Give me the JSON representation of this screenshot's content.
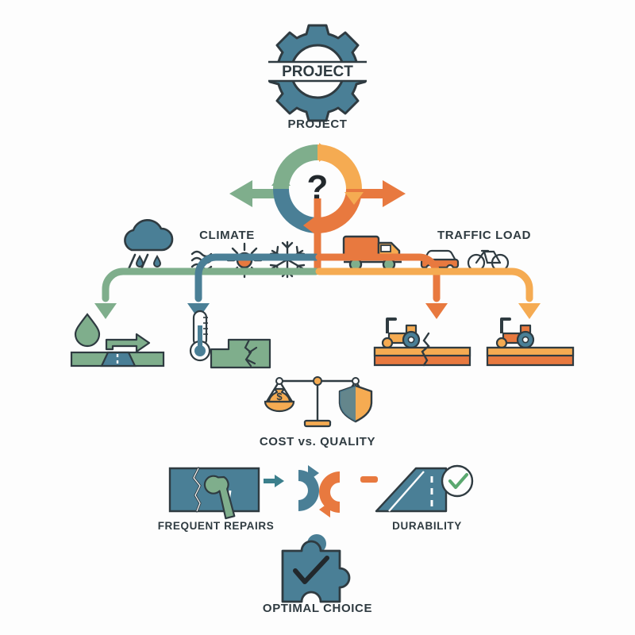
{
  "diagram": {
    "title": "Road Pavement Selection Decision Infographic",
    "background": "#fdfdfd"
  },
  "palette": {
    "steel_blue": "#4a7f96",
    "green": "#7fae8c",
    "orange": "#e8793f",
    "light_orange": "#f5ab52",
    "dark_ink": "#2f3b41",
    "sand": "#e9ead0",
    "check_green": "#5aa86f"
  },
  "top": {
    "gear_text": "PROJECT",
    "gear_label": "PROJECT",
    "gear_icon": "gear-icon"
  },
  "hub": {
    "symbol": "?",
    "symbol_name": "question-mark-icon",
    "left_arrow": "arrow-left-icon",
    "right_arrow": "arrow-right-icon",
    "segments": [
      {
        "name": "segment-top-left",
        "color": "#7fae8c"
      },
      {
        "name": "segment-top-right",
        "color": "#f5ab52"
      },
      {
        "name": "segment-bottom-right",
        "color": "#e8793f"
      },
      {
        "name": "segment-bottom-left",
        "color": "#4a7f96"
      }
    ]
  },
  "factors": [
    {
      "id": "climate",
      "label": "CLIMATE",
      "main_icon": "rain-cloud-icon",
      "sub_icons": [
        "humidity-waves-icon",
        "sun-icon",
        "snowflake-icon"
      ]
    },
    {
      "id": "traffic",
      "label": "TRAFFIC LOAD",
      "main_icon": "truck-icon",
      "sub_icons": [
        "car-icon",
        "bicycle-icon"
      ]
    }
  ],
  "branches": [
    {
      "id": "branch-drainage",
      "color": "#7fae8c",
      "arrow": "arrow-down-icon"
    },
    {
      "id": "branch-thermal",
      "color": "#4a7f96",
      "arrow": "arrow-down-icon"
    },
    {
      "id": "branch-heavy-load",
      "color": "#e8793f",
      "arrow": "arrow-down-icon"
    },
    {
      "id": "branch-compaction",
      "color": "#f5ab52",
      "arrow": "arrow-down-icon"
    }
  ],
  "outcomes": [
    {
      "id": "drainage",
      "icons": [
        "water-drop-icon",
        "flow-arrow-icon",
        "road-cross-section-icon"
      ],
      "caption": ""
    },
    {
      "id": "thermal-cracking",
      "icons": [
        "thermometer-icon",
        "cracked-ground-icon"
      ],
      "caption": ""
    },
    {
      "id": "pavement-cracking",
      "icons": [
        "road-roller-icon",
        "cracked-asphalt-icon"
      ],
      "caption": ""
    },
    {
      "id": "smooth-pavement",
      "icons": [
        "road-roller-icon",
        "smooth-asphalt-icon"
      ],
      "caption": ""
    }
  ],
  "tradeoff": {
    "label": "COST vs. QUALITY",
    "icons": [
      "balance-scale-icon",
      "money-bag-icon",
      "shield-icon"
    ],
    "money_symbol": "$"
  },
  "comparison": {
    "left": {
      "label": "FREQUENT REPAIRS",
      "icons": [
        "cracked-road-icon",
        "wrench-icon"
      ]
    },
    "connector_left": "arrow-right-small-icon",
    "center": {
      "icons": [
        "cycle-arrows-icon"
      ]
    },
    "connector_right": "dash-icon",
    "right": {
      "label": "DURABILITY",
      "icons": [
        "smooth-road-icon",
        "check-circle-icon"
      ]
    }
  },
  "final": {
    "label": "OPTIMAL CHOICE",
    "icon": "puzzle-piece-check-icon"
  }
}
